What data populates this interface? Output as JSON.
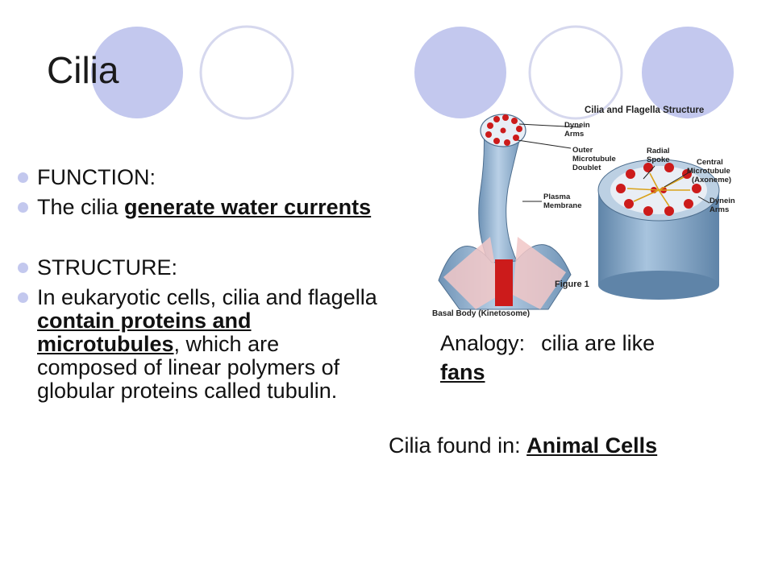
{
  "slide": {
    "title": "Cilia"
  },
  "bullets": [
    {
      "text": "FUNCTION:"
    },
    {
      "pre": "The cilia ",
      "em": "generate water currents"
    },
    {
      "text": "STRUCTURE:"
    },
    {
      "pre": "In eukaryotic cells, cilia and flagella ",
      "em": "contain proteins and microtubules",
      "post": ", which are composed of linear polymers of globular proteins called tubulin."
    }
  ],
  "analogy": {
    "label": "Analogy:",
    "text": "cilia are like",
    "em": "fans"
  },
  "found": {
    "label": "Cilia found in:",
    "em": "Animal Cells"
  },
  "diagram": {
    "title": "Cilia and Flagella Structure",
    "labels": {
      "dynein_arms_left": [
        "Dynein",
        "Arms"
      ],
      "outer_doublet": [
        "Outer",
        "Microtubule",
        "Doublet"
      ],
      "radial_spoke": [
        "Radial",
        "Spoke"
      ],
      "central_microtubule": [
        "Central",
        "Microtubule",
        "(Axoneme)"
      ],
      "dynein_arms_right": [
        "Dynein",
        "Arms"
      ],
      "plasma_membrane": [
        "Plasma",
        "Membrane"
      ],
      "figure": "Figure 1",
      "basal_body": "Basal Body (Kinetosome)"
    }
  },
  "colors": {
    "circle_fill": "#c3c8ee",
    "circle_ring": "#d6d8ee",
    "membrane": "#8fb1cf",
    "microtubule": "#cc1b1b"
  }
}
